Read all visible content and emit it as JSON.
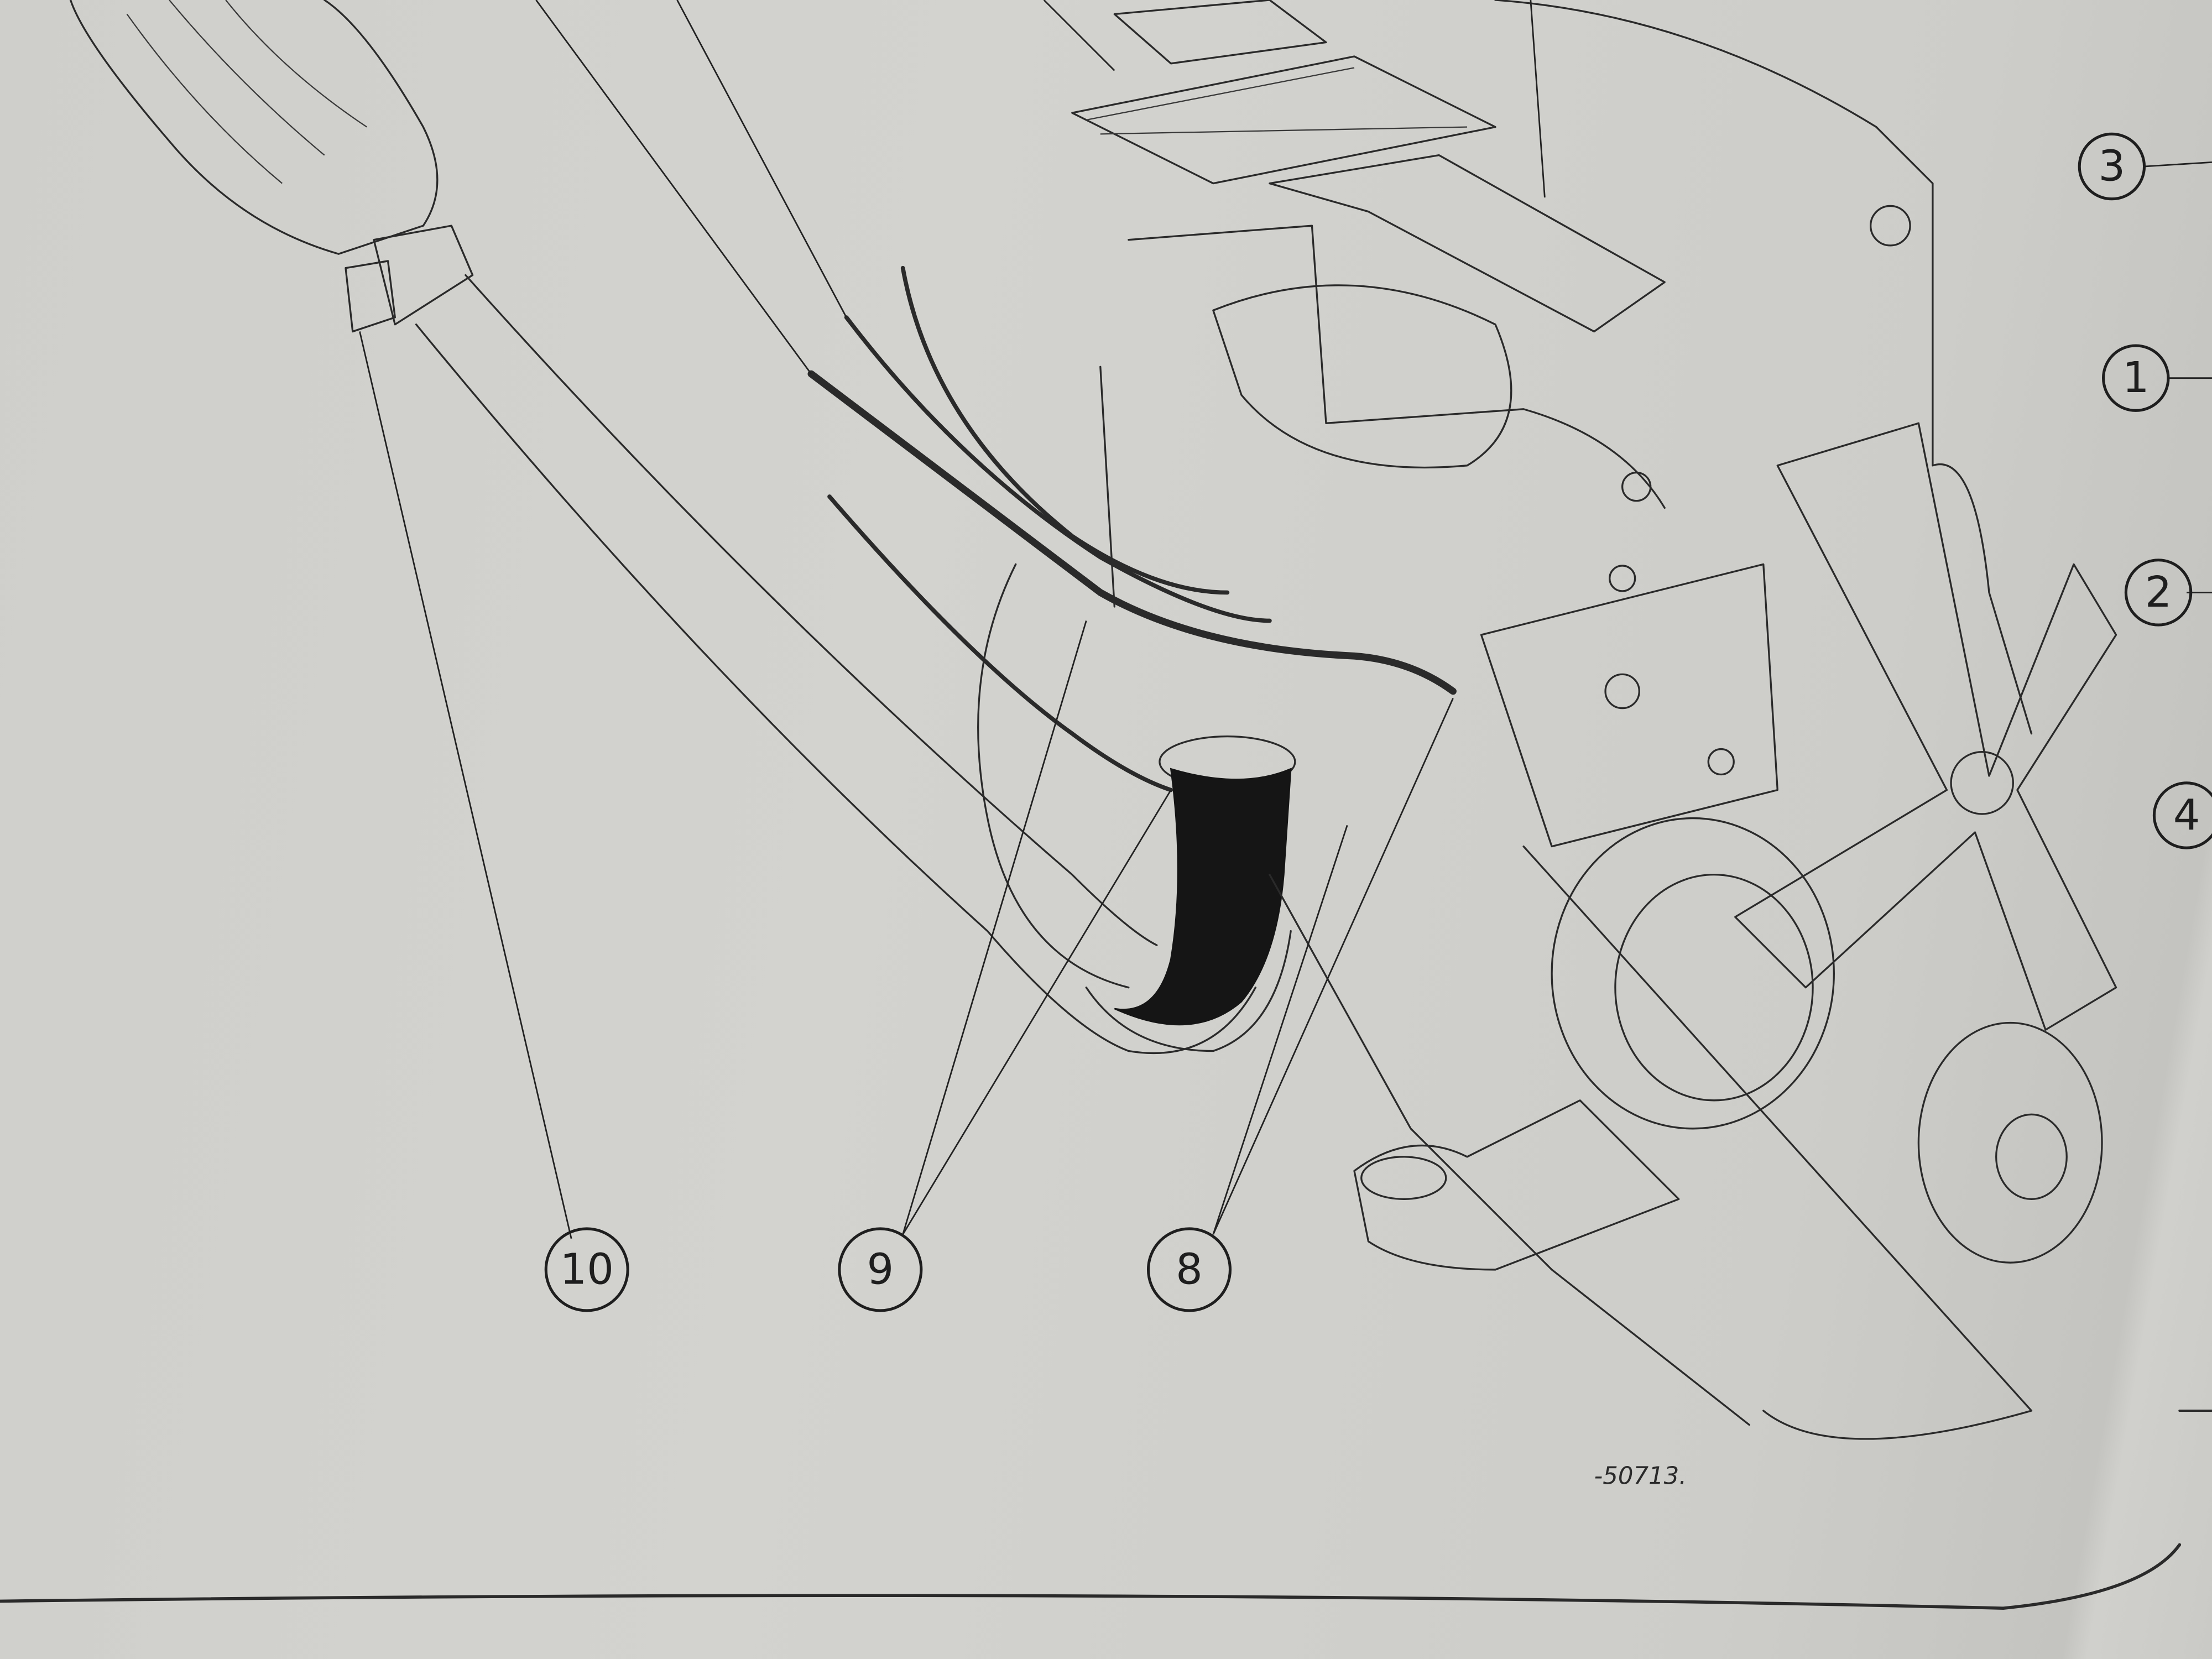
{
  "figure": {
    "callouts": {
      "c1": "1",
      "c2": "2",
      "c3": "3",
      "c4": "4",
      "c8": "8",
      "c9": "9",
      "c10": "10"
    },
    "figure_number": "-50713."
  },
  "colors": {
    "paper": "#cfcfcb",
    "ink": "#2a2a2a"
  }
}
